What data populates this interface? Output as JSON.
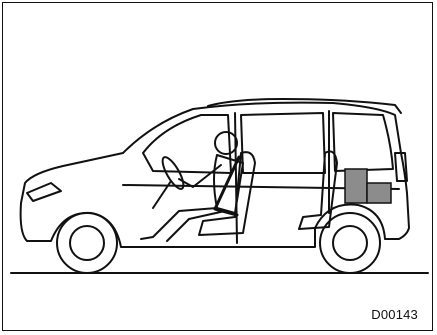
{
  "figure": {
    "reference_code": "D00143",
    "depicts": [
      "suv-side-view",
      "driver-seated-with-seatbelt",
      "cargo-boxes-in-rear"
    ],
    "colors": {
      "line": "#111111",
      "background": "#ffffff",
      "cargo_box_dark": "#8c8c8c",
      "cargo_box_light": "#bdbdbd"
    }
  }
}
